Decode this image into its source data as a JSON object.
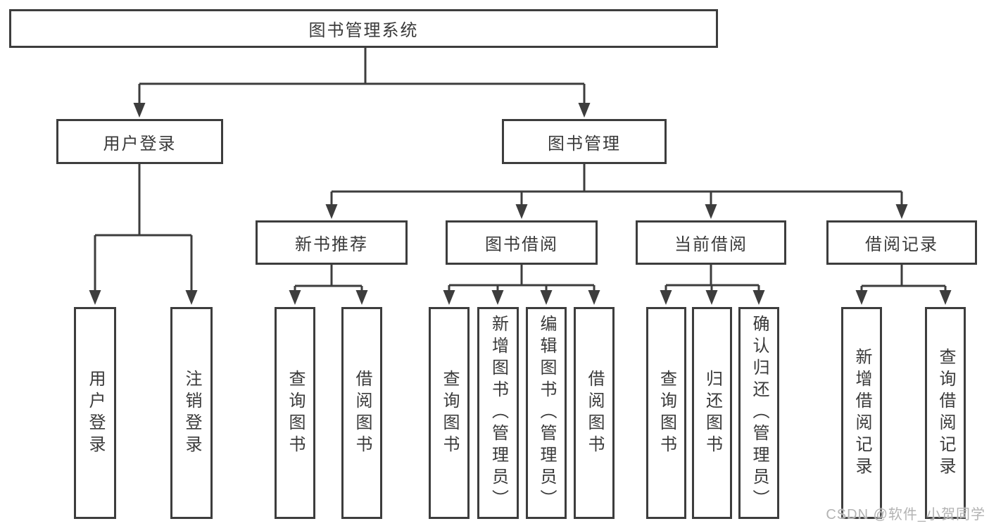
{
  "tree": {
    "root": {
      "label": "图书管理系统"
    },
    "branches": [
      {
        "label": "用户登录",
        "children": [
          {
            "label": "用户登录"
          },
          {
            "label": "注销登录"
          }
        ]
      },
      {
        "label": "图书管理",
        "children": [
          {
            "label": "新书推荐",
            "children": [
              {
                "label": "查询图书"
              },
              {
                "label": "借阅图书"
              }
            ]
          },
          {
            "label": "图书借阅",
            "children": [
              {
                "label": "查询图书"
              },
              {
                "label": "新增图书（管理员）"
              },
              {
                "label": "编辑图书（管理员）"
              },
              {
                "label": "借阅图书"
              }
            ]
          },
          {
            "label": "当前借阅",
            "children": [
              {
                "label": "查询图书"
              },
              {
                "label": "归还图书"
              },
              {
                "label": "确认归还（管理员）"
              }
            ]
          },
          {
            "label": "借阅记录",
            "children": [
              {
                "label": "新增借阅记录"
              },
              {
                "label": "查询借阅记录"
              }
            ]
          }
        ]
      }
    ]
  },
  "watermark": {
    "text": "CSDN @软件_小贺同学"
  },
  "colors": {
    "line": "#3d3d3d",
    "text": "#3a3a3a",
    "background": "#ffffff",
    "watermark": "#b3b3b3"
  }
}
